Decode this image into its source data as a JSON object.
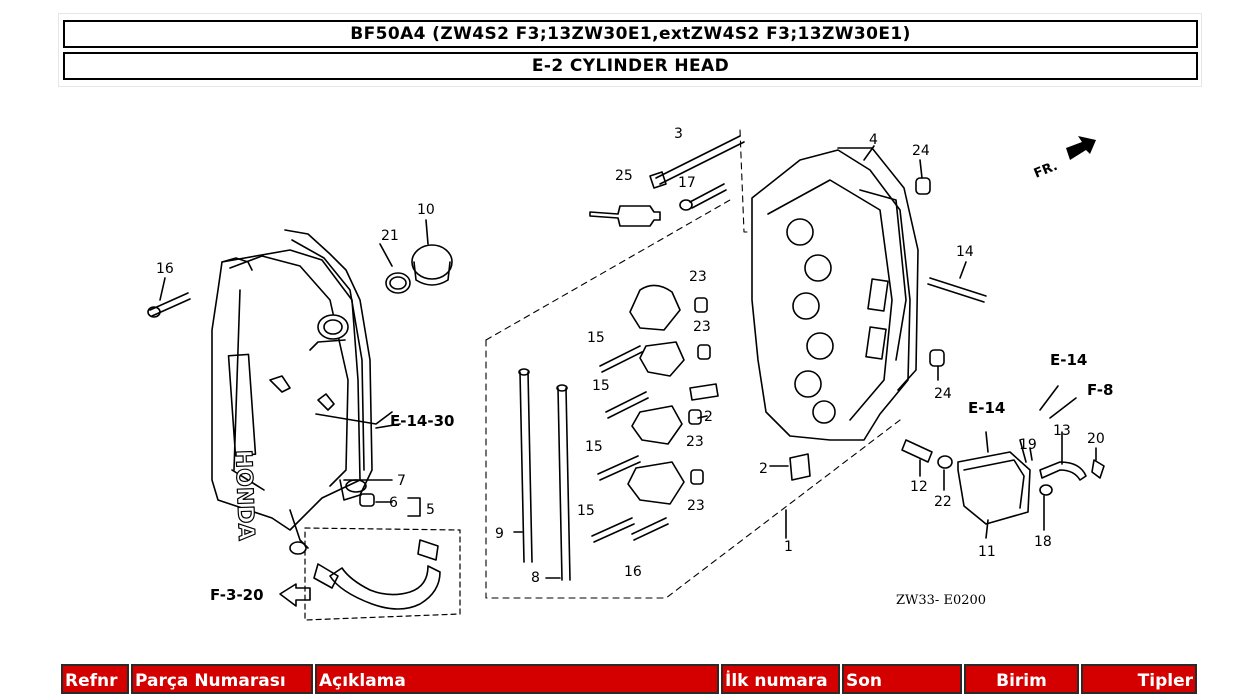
{
  "header": {
    "model": "BF50A4 (ZW4S2 F3;13ZW30E1,extZW4S2 F3;13ZW30E1)",
    "section": "E-2 CYLINDER HEAD"
  },
  "diagram": {
    "callouts": [
      "1",
      "2",
      "2",
      "3",
      "4",
      "5",
      "6",
      "7",
      "8",
      "9",
      "10",
      "11",
      "12",
      "13",
      "14",
      "15",
      "15",
      "15",
      "15",
      "16",
      "16",
      "17",
      "18",
      "19",
      "20",
      "21",
      "22",
      "23",
      "23",
      "23",
      "23",
      "24",
      "24",
      "25"
    ],
    "refs": [
      "E-14-30",
      "E-14",
      "E-14",
      "F-8",
      "F-3-20"
    ],
    "direction": "FR.",
    "code": "ZW33- E0200"
  },
  "table": {
    "columns": [
      "Refnr",
      "Parça Numarası",
      "Açıklama",
      "İlk numara",
      "Son",
      "Birim",
      "Tipler"
    ]
  }
}
